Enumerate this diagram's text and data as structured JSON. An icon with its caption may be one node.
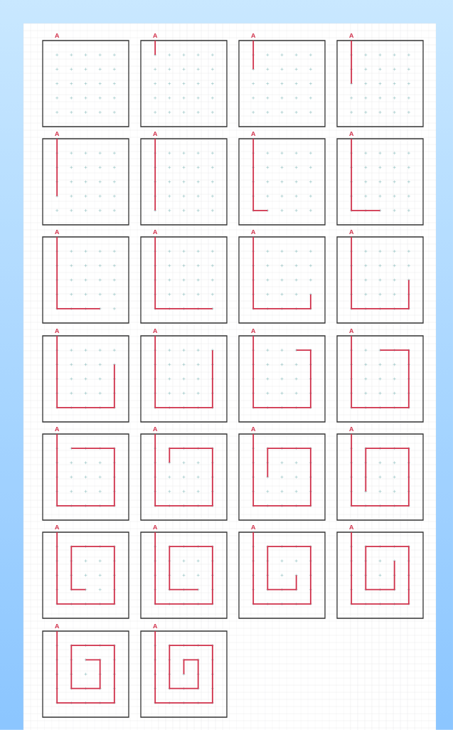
{
  "diagram": {
    "nodes": [
      {
        "text": [
          "A"
        ]
      },
      {
        "text": [
          "A"
        ]
      },
      {
        "text": [
          "A"
        ]
      },
      {
        "text": [
          "A"
        ]
      },
      {
        "text": [
          "A"
        ]
      },
      {
        "text": [
          "A"
        ]
      },
      {
        "text": [
          "A"
        ]
      },
      {
        "text": [
          "A"
        ]
      },
      {
        "text": [
          "A"
        ]
      },
      {
        "text": [
          "A"
        ]
      },
      {
        "text": [
          "A"
        ]
      },
      {
        "text": [
          "A"
        ]
      },
      {
        "text": [
          "A"
        ]
      },
      {
        "text": [
          "A"
        ]
      },
      {
        "text": [
          "A"
        ]
      },
      {
        "text": [
          "A"
        ]
      },
      {
        "text": [
          "A"
        ]
      },
      {
        "text": [
          "A"
        ]
      },
      {
        "text": [
          "A"
        ]
      },
      {
        "text": [
          "A"
        ]
      },
      {
        "text": [
          "A"
        ]
      },
      {
        "text": [
          "A"
        ]
      },
      {
        "text": [
          "A"
        ]
      },
      {
        "text": [
          "A"
        ]
      },
      {
        "text": [
          "A"
        ]
      },
      {
        "text": [
          "A"
        ]
      }
    ]
  }
}
